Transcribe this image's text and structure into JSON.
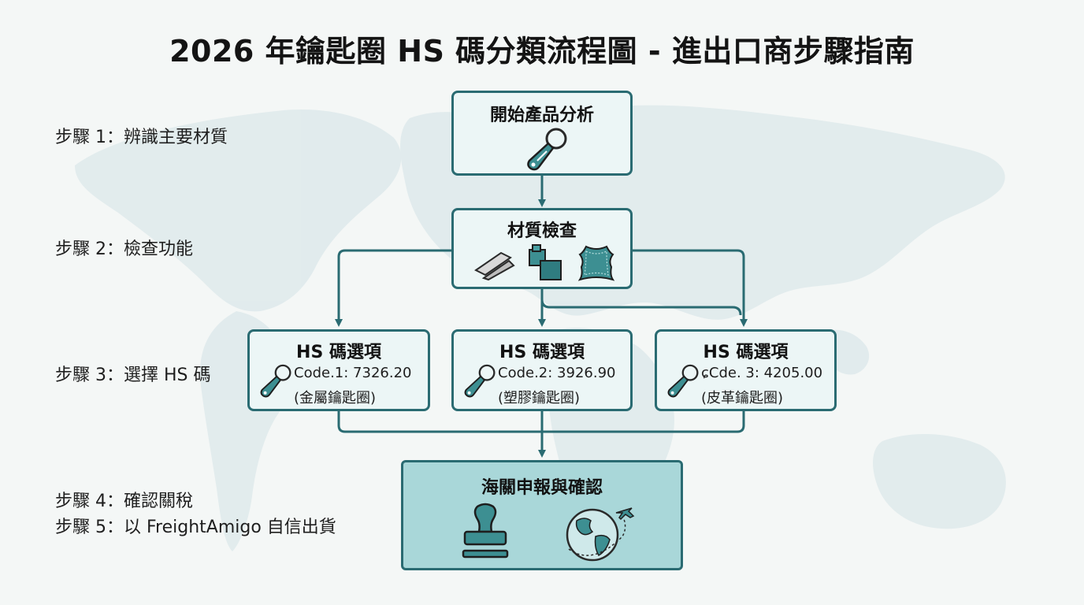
{
  "title": "2026 年鑰匙圈 HS 碼分類流程圖 - 進出口商步驟指南",
  "steps": [
    "步驟 1：辨識主要材質",
    "步驟 2：檢查功能",
    "步驟 3：選擇 HS 碼",
    "步驟 4：確認關稅",
    "步驟 5：以 FreightAmigo 自信出貨"
  ],
  "start_box": {
    "title": "開始產品分析",
    "icon": "keychain-icon"
  },
  "material_box": {
    "title": "材質檢查",
    "icons": [
      "metal-bars-icon",
      "plastic-blocks-icon",
      "leather-icon"
    ]
  },
  "hs_options": [
    {
      "title": "HS 碼選項",
      "code": "Code.1: 7326.20",
      "material": "(金屬鑰匙圈)",
      "icon": "keychain-icon"
    },
    {
      "title": "HS 碼選項",
      "code": "Code.2: 3926.90",
      "material": "(塑膠鑰匙圈)",
      "icon": "keychain-icon"
    },
    {
      "title": "HS 碼選項",
      "code": "ɕCde. 3: 4205.00",
      "material": "(皮革鑰匙圈)",
      "icon": "keychain-icon"
    }
  ],
  "final_box": {
    "title": "海關申報與確認",
    "icons": [
      "customs-stamp-icon",
      "globe-airplane-icon"
    ]
  },
  "colors": {
    "accent": "#2a6b72",
    "box_fill": "#ecf6f6",
    "final_fill": "#a9d7d9",
    "map": "#dce8ea"
  }
}
